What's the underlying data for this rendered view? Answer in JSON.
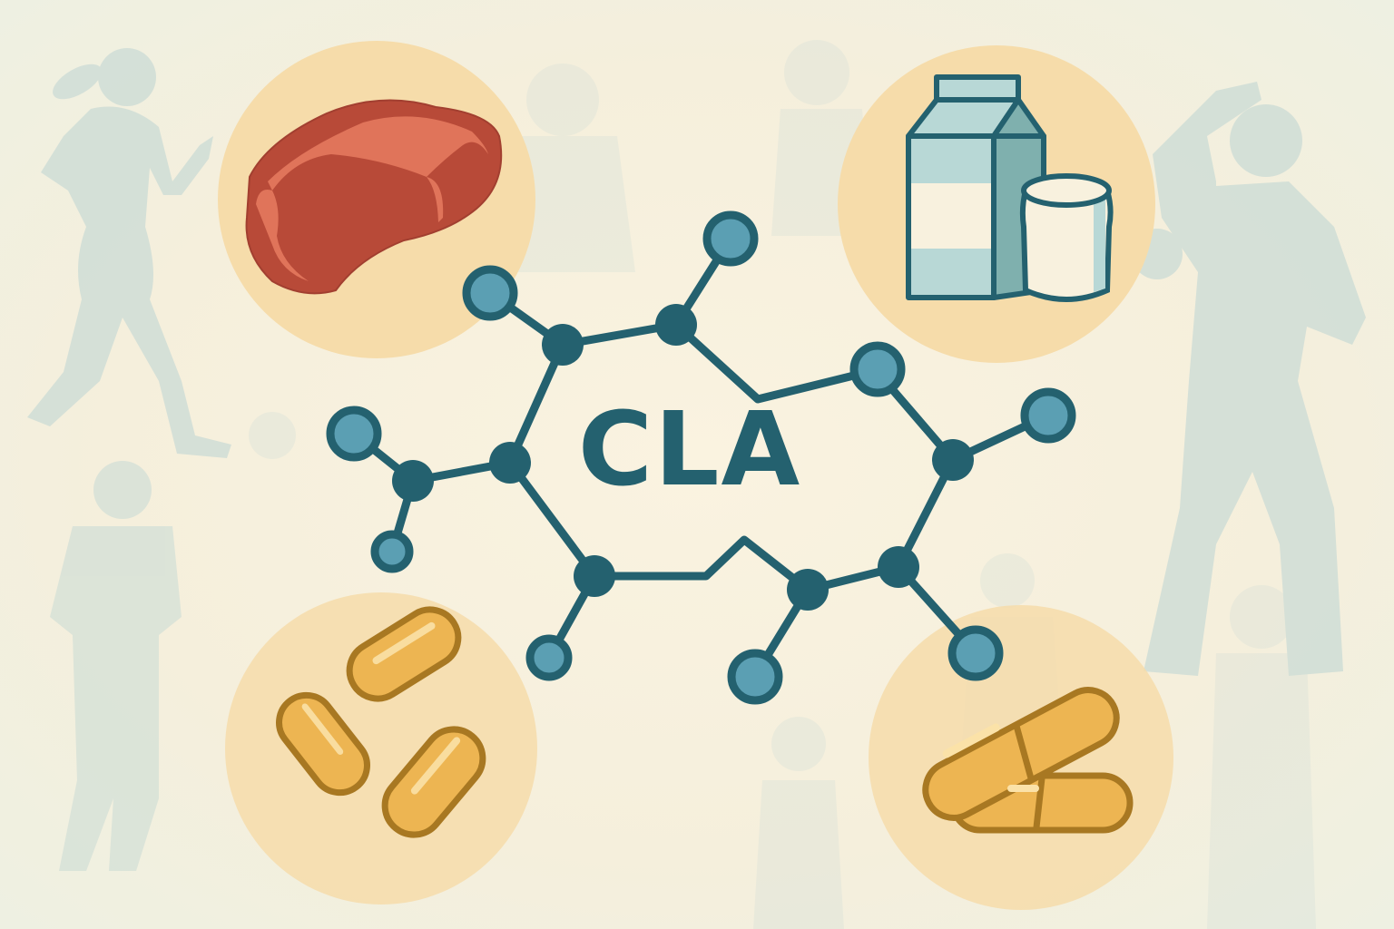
{
  "title": "CLA",
  "colors": {
    "background": "#f8f1de",
    "silhouette": "#cfddd6",
    "circle_bg": "#f6dcaa",
    "molecule_dark": "#24616f",
    "molecule_light": "#5b9fb3",
    "meat_dark": "#b84a38",
    "meat_light": "#e0745a",
    "carton_light": "#b8d8d6",
    "carton_mid": "#7fb0ae",
    "capsule_fill": "#edb552",
    "capsule_stroke": "#a87822"
  },
  "panels": [
    {
      "label": "meat",
      "icon": "steak-icon"
    },
    {
      "label": "dairy",
      "icon": "milk-carton-icon"
    },
    {
      "label": "softgels",
      "icon": "softgel-icon"
    },
    {
      "label": "capsules",
      "icon": "capsule-icon"
    }
  ],
  "background_figures": [
    "woman-walking",
    "man-flexing",
    "child",
    "group-of-people"
  ]
}
